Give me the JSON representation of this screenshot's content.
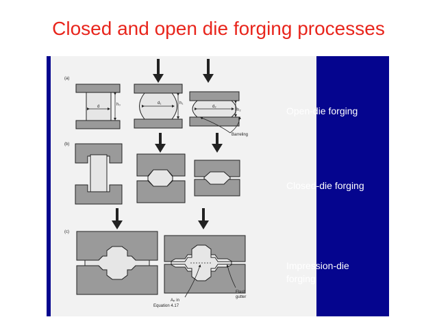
{
  "slide": {
    "title": "Closed and open die forging processes",
    "title_color": "#e8251c",
    "figure_background": "#05058e"
  },
  "figure": {
    "part_labels": [
      "(a)",
      "(b)",
      "(c)"
    ],
    "dimension_labels": [
      "h₀",
      "d",
      "h₁",
      "d₁",
      "h₂",
      "d₂"
    ],
    "annotations": {
      "barreling": "Barreling",
      "flash": "Flash",
      "gutter": "gutter",
      "ap_in": "Aₚ in",
      "equation": "Equation 4.17"
    }
  },
  "labels": {
    "open_die": "Open-die forging",
    "closed_die": "Closed-die forging",
    "impression_die_line1": "Impression-die",
    "impression_die_line2": "forging"
  }
}
